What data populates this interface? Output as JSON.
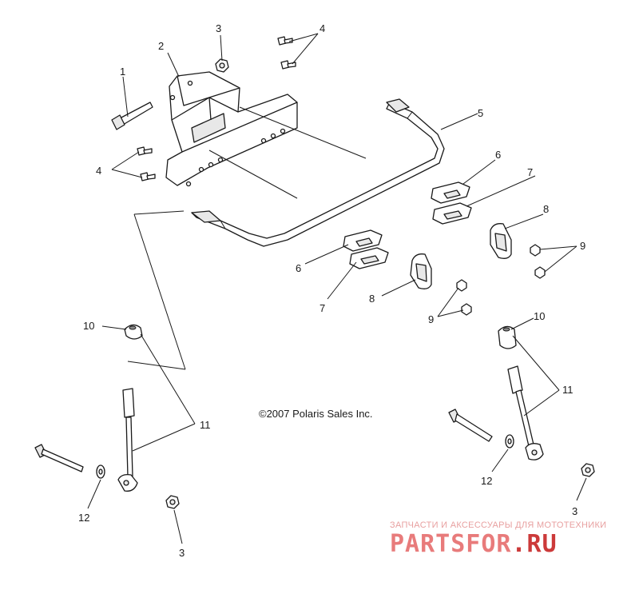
{
  "copyright": "©2007 Polaris Sales Inc.",
  "watermark": {
    "tagline": "ЗАПЧАСТИ И АКСЕССУАРЫ ДЛЯ МОТОТЕХНИКИ",
    "brand_main": "PARTSFOR",
    "brand_suffix": ".RU",
    "color_main": "#e87b7b",
    "color_suffix": "#cc3a3a"
  },
  "callouts": {
    "c1": "1",
    "c2": "2",
    "c3_top": "3",
    "c4_top": "4",
    "c4_left": "4",
    "c5": "5",
    "c6_right": "6",
    "c7_right": "7",
    "c8_right": "8",
    "c9_right": "9",
    "c6_left": "6",
    "c7_left": "7",
    "c8_left": "8",
    "c9_left": "9",
    "c10_left": "10",
    "c10_right": "10",
    "c11_left": "11",
    "c11_right": "11",
    "c12_left": "12",
    "c12_right": "12",
    "c3_left": "3",
    "c3_right": "3"
  }
}
